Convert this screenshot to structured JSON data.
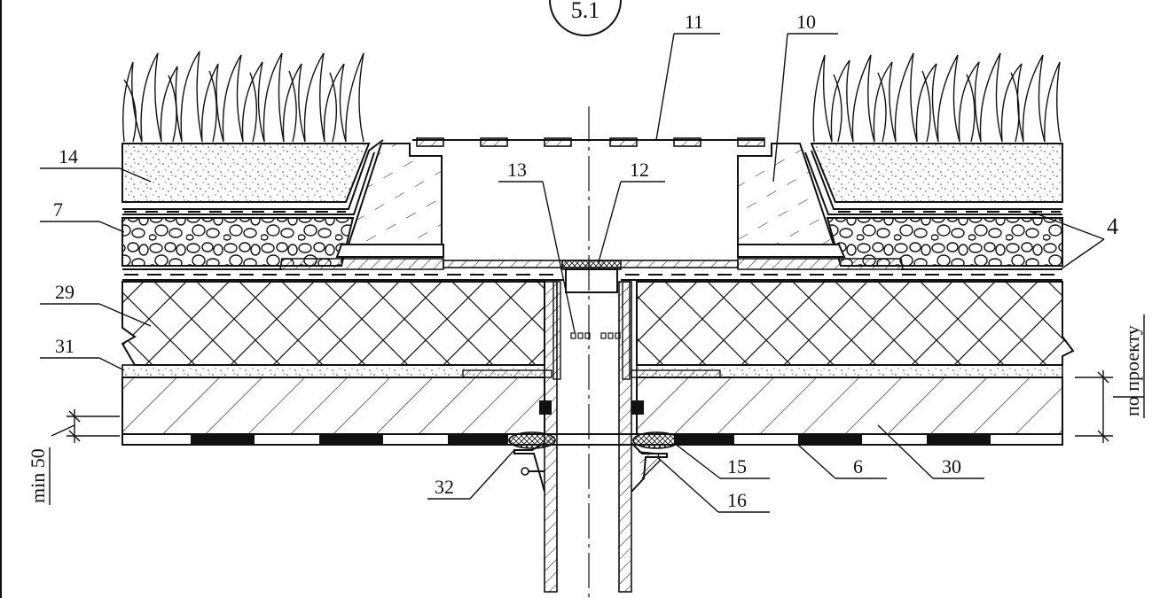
{
  "section_mark": "5.1",
  "labels": {
    "l11": "11",
    "l10": "10",
    "l14": "14",
    "l13": "13",
    "l12": "12",
    "l7": "7",
    "l4": "4",
    "l29": "29",
    "l31": "31",
    "l32": "32",
    "l15": "15",
    "l6": "6",
    "l30": "30",
    "l16": "16",
    "dim_min": "min 50",
    "dim_project": "по проекту"
  }
}
